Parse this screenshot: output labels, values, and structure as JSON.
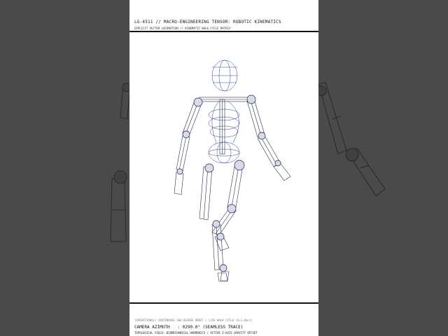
{
  "header": {
    "title": "LG-4511 // MACRO-ENGINEERING TENSOR: ROBOTIC KINEMATICS",
    "subtitle": "EXPLICIT VECTOR LOCOMOTION // KINEMATIC WALK CYCLE MATRIX"
  },
  "footer": {
    "status": "[OPERATIONAL] CONTINUOUS 360-DEGREE ORBIT / LIVE WALK CYCLE (V=1.0m/s)",
    "camera_label": "CAMERA AZIMUTH",
    "camera_value": ": 0290.0° (SEAMLESS TRACE)",
    "yield": "TOPOLOGICAL YIELD: BIOMECHANICAL HARMONICS / ACTIVE Z-AXIS GRAVITY OFFSET"
  },
  "colors": {
    "background": "#4d4d4d",
    "panel": "#ffffff",
    "wire": "#2a2f4a",
    "status_text": "#6b7f95"
  }
}
